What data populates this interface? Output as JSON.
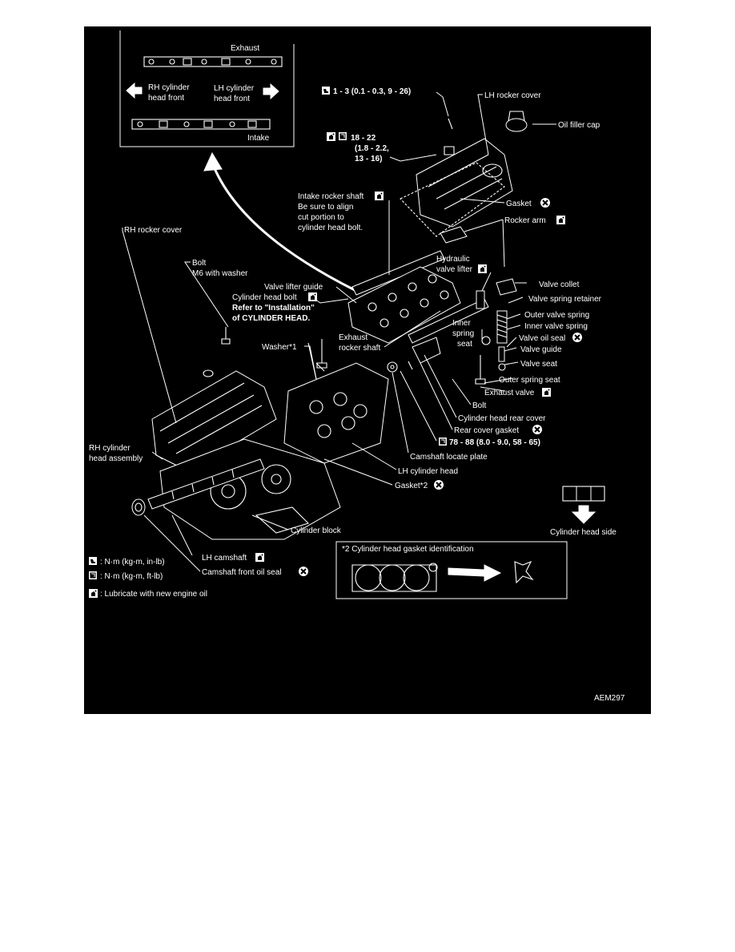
{
  "inset": {
    "exhaust": "Exhaust",
    "intake": "Intake",
    "rh_front_1": "RH cylinder",
    "rh_front_2": "head front",
    "lh_front_1": "LH cylinder",
    "lh_front_2": "head front"
  },
  "labels": {
    "torque_top": "1 - 3 (0.1 - 0.3, 9 - 26)",
    "lh_rocker_cover": "LH rocker cover",
    "oil_filler_cap": "Oil filler cap",
    "torque_18_1": "18 - 22",
    "torque_18_2": "(1.8 - 2.2,",
    "torque_18_3": "13 - 16)",
    "gasket": "Gasket",
    "intake_shaft_1": "Intake rocker shaft",
    "intake_shaft_2": "Be sure to align",
    "intake_shaft_3": "cut portion to",
    "intake_shaft_4": "cylinder head bolt.",
    "rocker_arm": "Rocker arm",
    "rh_rocker_cover": "RH rocker cover",
    "hyd_lifter_1": "Hydraulic",
    "hyd_lifter_2": "valve lifter",
    "bolt_1": "Bolt",
    "bolt_2": "M6 with washer",
    "valve_collet": "Valve collet",
    "valve_lifter_guide": "Valve lifter guide",
    "cyl_head_bolt": "Cylinder head bolt",
    "refer_1": "Refer to \"Installation\"",
    "refer_2": "of CYLINDER HEAD.",
    "valve_spring_retainer": "Valve spring retainer",
    "outer_valve_spring": "Outer valve spring",
    "inner_valve_spring": "Inner valve spring",
    "inner_spring_seat_1": "Inner",
    "inner_spring_seat_2": "spring",
    "inner_spring_seat_3": "seat",
    "valve_oil_seal": "Valve oil seal",
    "exhaust_shaft_1": "Exhaust",
    "exhaust_shaft_2": "rocker shaft",
    "washer": "Washer*1",
    "valve_guide": "Valve guide",
    "valve_seat": "Valve seat",
    "outer_spring_seat": "Outer spring seat",
    "exhaust_valve": "Exhaust valve",
    "bolt": "Bolt",
    "cyl_head_rear_cover": "Cylinder head rear cover",
    "rear_cover_gasket": "Rear cover gasket",
    "rh_head_asm_1": "RH cylinder",
    "rh_head_asm_2": "head assembly",
    "torque_78": "78 - 88 (8.0 - 9.0, 58 - 65)",
    "camshaft_locate_plate": "Camshaft locate plate",
    "lh_cylinder_head": "LH cylinder head",
    "gasket2": "Gasket*2",
    "cylinder_block": "Cylinder block",
    "cylinder_head_side": "Cylinder head side",
    "lh_camshaft": "LH camshaft",
    "camshaft_front_oil_seal": "Camshaft front oil seal",
    "gasket_id": "*2 Cylinder head gasket identification",
    "figure_code": "AEM297"
  },
  "legend": [
    {
      "icon": "torque-inlb-icon",
      "text": ": N·m (kg-m, in-lb)"
    },
    {
      "icon": "torque-ftlb-icon",
      "text": ": N·m (kg-m, ft-lb)"
    },
    {
      "icon": "oil-can-icon",
      "text": ": Lubricate with new engine oil"
    }
  ],
  "colors": {
    "background": "#000000",
    "ink": "#ffffff"
  }
}
